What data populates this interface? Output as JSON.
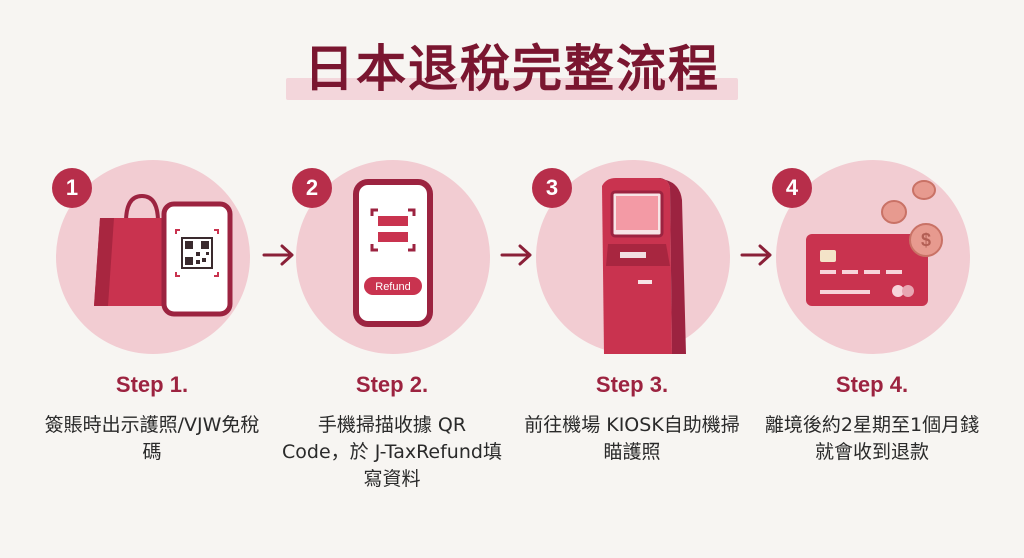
{
  "title": "日本退稅完整流程",
  "colors": {
    "background": "#f7f5f2",
    "title": "#7a1630",
    "title_highlight": "#f3d6db",
    "circle": "#f2ccd2",
    "badge": "#b72e4a",
    "step_label": "#9c2340",
    "accent_red": "#c9334f",
    "dark_red": "#9c2340"
  },
  "steps": [
    {
      "number": "1",
      "label": "Step 1.",
      "description": "簽賬時出示護照/VJW免稅碼",
      "icons": [
        "shopping-bag-icon",
        "phone-qr-code-icon"
      ]
    },
    {
      "number": "2",
      "label": "Step 2.",
      "description": "手機掃描收據 QR Code，於 J-TaxRefund填寫資料",
      "icons": [
        "phone-scan-icon"
      ],
      "button_text": "Refund"
    },
    {
      "number": "3",
      "label": "Step 3.",
      "description": "前往機場 KIOSK自助機掃瞄護照",
      "icons": [
        "kiosk-machine-icon"
      ]
    },
    {
      "number": "4",
      "label": "Step 4.",
      "description": "離境後約2星期至1個月錢就會收到退款",
      "icons": [
        "credit-card-icon",
        "coins-icon"
      ]
    }
  ],
  "arrows": [
    "arrow-right-icon",
    "arrow-right-icon",
    "arrow-right-icon"
  ]
}
